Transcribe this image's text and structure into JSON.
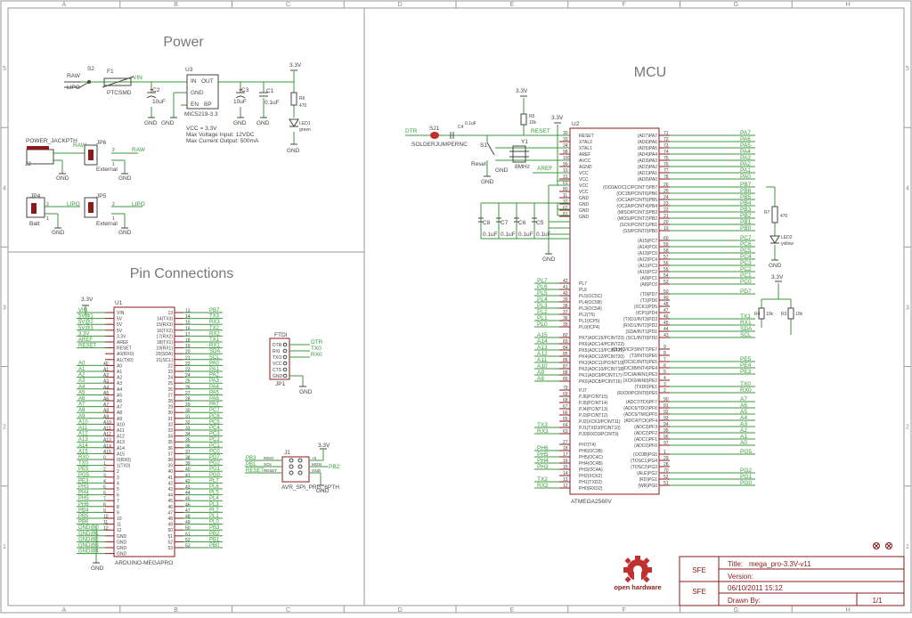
{
  "grid": {
    "cols": [
      "A",
      "B",
      "C",
      "D",
      "E",
      "F",
      "G",
      "H"
    ],
    "rows": [
      "5",
      "4",
      "3",
      "2",
      "1"
    ]
  },
  "sections": {
    "power": "Power",
    "mcu": "MCU",
    "pins": "Pin Connections"
  },
  "power": {
    "raw": "RAW",
    "lipo": "LIPO",
    "s2": "S2",
    "f1": "F1",
    "ptc": "PTCSMD",
    "vin": "VIN",
    "u3": "U3",
    "in": "IN",
    "out": "OUT",
    "gnd": "GND",
    "en": "EN",
    "bp": "BP",
    "mic": "MIC5219-3.3",
    "c2": "C2",
    "c3": "C3",
    "c1": "C1",
    "c2val": "10uF",
    "c3val": "10uF",
    "c1val": "0.1uF",
    "v33": "3.3V",
    "r6": "R6",
    "r6val": "470",
    "led1": "LED1",
    "green": "green",
    "spec1": "VCC = 3.3V",
    "spec2": "Max Voltage Input: 12VDC",
    "spec3": "Max Current Output: 500mA",
    "jack": "POWER_JACKPTH",
    "j2": "J2",
    "jp6": "JP6",
    "jp4": "JP4",
    "jp5": "JP5",
    "external": "External",
    "batt": "Batt",
    "one": "1",
    "two": "2"
  },
  "mcu": {
    "dtr": "DTR",
    "sj1": "SJ1",
    "sjname": "SOLDERJUMPERNC",
    "c4": "C4",
    "c4val": "0.1uF",
    "reset": "RESET",
    "r5": "R5",
    "r5val": "10k",
    "s1": "S1",
    "resetBtn": "Reset",
    "y1": "Y1",
    "y1val": "8MHz",
    "aref": "AREF",
    "u2": "U2",
    "chip": "ATMEGA2560V",
    "v33": "3.3V",
    "gnd": "GND",
    "caps": [
      "C8",
      "C7",
      "C6",
      "C5"
    ],
    "capval": "0.1uF",
    "r7": "R7",
    "r7val": "470",
    "led2": "LED2",
    "yellow": "yellow",
    "r3": "R3",
    "r4": "R4",
    "r34val": "10k",
    "leftPins": [
      {
        "num": "30",
        "name": "RESET"
      },
      {
        "num": "33",
        "name": "XTAL2"
      },
      {
        "num": "34",
        "name": "XTAL1"
      },
      {
        "num": "98",
        "name": "AREF"
      },
      {
        "num": "100",
        "name": "AVCC"
      },
      {
        "num": "99",
        "name": "AGND"
      },
      {
        "num": "10",
        "name": "VCC"
      },
      {
        "num": "31",
        "name": "VCC"
      },
      {
        "num": "61",
        "name": "VCC"
      },
      {
        "num": "80",
        "name": "VCC"
      },
      {
        "num": "11",
        "name": "GND"
      },
      {
        "num": "32",
        "name": "GND"
      },
      {
        "num": "62",
        "name": "GND"
      },
      {
        "num": "81",
        "name": "GND"
      },
      {
        "num": "42",
        "name": "PL7",
        "net": "PL7"
      },
      {
        "num": "41",
        "name": "PL6",
        "net": "PL6"
      },
      {
        "num": "40",
        "name": "PL5(OC5C)",
        "net": "PL5"
      },
      {
        "num": "39",
        "name": "PL4(OC5B)",
        "net": "PL4"
      },
      {
        "num": "38",
        "name": "PL3(OC5A)",
        "net": "PL3"
      },
      {
        "num": "37",
        "name": "PL2(T5)",
        "net": "PL2"
      },
      {
        "num": "36",
        "name": "PL1(ICP5)",
        "net": "PL1"
      },
      {
        "num": "35",
        "name": "PL0(ICP4)",
        "net": "PL0"
      },
      {
        "num": "82",
        "name": "PK7(ADC15/PCINT23)",
        "net": "A15"
      },
      {
        "num": "83",
        "name": "PK6(ADC14/PCINT22)",
        "net": "A14"
      },
      {
        "num": "84",
        "name": "PK5(ADC13/PCINT21)",
        "net": "A13"
      },
      {
        "num": "85",
        "name": "PK4(ADC12/PCINT20)",
        "net": "A12"
      },
      {
        "num": "86",
        "name": "PK3(ADC11/PCINT19)",
        "net": "A11"
      },
      {
        "num": "87",
        "name": "PK2(ADC10/PCINT18)",
        "net": "A10"
      },
      {
        "num": "88",
        "name": "PK1(ADC9/PCINT17)",
        "net": "A9"
      },
      {
        "num": "89",
        "name": "PK0(ADC8/PCINT16)",
        "net": "A8"
      },
      {
        "num": "79",
        "name": "PJ7"
      },
      {
        "num": "69",
        "name": "PJ6(PCINT15)"
      },
      {
        "num": "68",
        "name": "PJ5(PCINT14)"
      },
      {
        "num": "67",
        "name": "PJ4(PCINT13)"
      },
      {
        "num": "66",
        "name": "PJ3(PCINT12)"
      },
      {
        "num": "65",
        "name": "PJ2(XCK3/PCINT11)"
      },
      {
        "num": "64",
        "name": "PJ1(TXD3/PCINT10)",
        "net": "TX3"
      },
      {
        "num": "63",
        "name": "PJ0(RXD3/PCINT9)",
        "net": "RX3"
      },
      {
        "num": "27",
        "name": "PH7(T4)"
      },
      {
        "num": "18",
        "name": "PH6(OC2B)",
        "net": "PH6"
      },
      {
        "num": "17",
        "name": "PH5(OC4C)",
        "net": "PH5"
      },
      {
        "num": "16",
        "name": "PH4(OC4B)",
        "net": "PH4"
      },
      {
        "num": "15",
        "name": "PH3(OC4A)",
        "net": "PH3"
      },
      {
        "num": "14",
        "name": "PH2(XCK2)"
      },
      {
        "num": "13",
        "name": "PH1(TXD2)",
        "net": "TX2"
      },
      {
        "num": "12",
        "name": "PH0(RXD2)",
        "net": "RX2"
      }
    ],
    "rightPins": [
      {
        "num": "71",
        "name": "(AD7)PA7",
        "net": "PA7"
      },
      {
        "num": "72",
        "name": "(AD6)PA6",
        "net": "PA6"
      },
      {
        "num": "73",
        "name": "(AD5)PA5",
        "net": "PA5"
      },
      {
        "num": "74",
        "name": "(AD4)PA4",
        "net": "PA4"
      },
      {
        "num": "75",
        "name": "(AD3)PA3",
        "net": "PA3"
      },
      {
        "num": "76",
        "name": "(AD2)PA2",
        "net": "PA2"
      },
      {
        "num": "77",
        "name": "(AD1)PA1",
        "net": "PA1"
      },
      {
        "num": "78",
        "name": "(AD0)PA0",
        "net": "PA0"
      },
      {
        "num": "26",
        "name": "(OC0A/OC1C/PCINT7)PB7",
        "net": "PB7"
      },
      {
        "num": "25",
        "name": "(OC1B/PCINT6)PB6",
        "net": "PB6"
      },
      {
        "num": "24",
        "name": "(OC1A/PCINT5)PB5",
        "net": "PB5"
      },
      {
        "num": "23",
        "name": "(OC2A/PCINT4)PB4",
        "net": "PB4"
      },
      {
        "num": "22",
        "name": "(MISO/PCINT3)PB3",
        "net": "PB3"
      },
      {
        "num": "21",
        "name": "(MOSI/PCINT2)PB2",
        "net": "PB2"
      },
      {
        "num": "20",
        "name": "(SCK/PCINT1)PB1",
        "net": "PB1"
      },
      {
        "num": "19",
        "name": "(SS/PCINT0)PB0",
        "net": "PB0"
      },
      {
        "num": "60",
        "name": "(A15)PC7",
        "net": "PC7"
      },
      {
        "num": "59",
        "name": "(A14)PC6",
        "net": "PC6"
      },
      {
        "num": "58",
        "name": "(A13)PC5",
        "net": "PC5"
      },
      {
        "num": "57",
        "name": "(A12)PC4",
        "net": "PC4"
      },
      {
        "num": "56",
        "name": "(A11)PC3",
        "net": "PC3"
      },
      {
        "num": "55",
        "name": "(A10)PC2",
        "net": "PC2"
      },
      {
        "num": "54",
        "name": "(A9)PC1",
        "net": "PC1"
      },
      {
        "num": "53",
        "name": "(A8)PC0",
        "net": "PC0"
      },
      {
        "num": "50",
        "name": "(T0)PD7",
        "net": "PD7"
      },
      {
        "num": "49",
        "name": "(T1)PD6"
      },
      {
        "num": "48",
        "name": "(XCK1)PD5"
      },
      {
        "num": "47",
        "name": "(ICP1)PD4"
      },
      {
        "num": "46",
        "name": "(TXD1/INT3)PD3",
        "net": "TX1"
      },
      {
        "num": "45",
        "name": "(RXD1/INT2)PD2",
        "net": "RX1"
      },
      {
        "num": "44",
        "name": "(SDA/INT1)PD1",
        "net": "SDA"
      },
      {
        "num": "43",
        "name": "(SCL/INT0)PD0",
        "net": "SCL"
      },
      {
        "num": "9",
        "name": "(CLKO/ICP3/INT7)PE7"
      },
      {
        "num": "8",
        "name": "(T3/INT6)PE6"
      },
      {
        "num": "7",
        "name": "(OC3C/INT5)PE5",
        "net": "PE5"
      },
      {
        "num": "6",
        "name": "(OC3B/INT4)PE4",
        "net": "PE4"
      },
      {
        "num": "5",
        "name": "(OC3A/AIN1)PE3",
        "net": "PE3"
      },
      {
        "num": "4",
        "name": "(XCK0/AIN0)PE2"
      },
      {
        "num": "3",
        "name": "(TXD0)PE1",
        "net": "TX0"
      },
      {
        "num": "2",
        "name": "(RXD0/PCINT8)PE0",
        "net": "RX0"
      },
      {
        "num": "90",
        "name": "(ADC7/TDI)PF7",
        "net": "A7"
      },
      {
        "num": "91",
        "name": "(ADC6/TDO)PF6",
        "net": "A6"
      },
      {
        "num": "92",
        "name": "(ADC5/TMS)PF5",
        "net": "A5"
      },
      {
        "num": "93",
        "name": "(ADC4/TCK)PF4",
        "net": "A4"
      },
      {
        "num": "94",
        "name": "(ADC3)PF3",
        "net": "A3"
      },
      {
        "num": "95",
        "name": "(ADC2)PF2",
        "net": "A2"
      },
      {
        "num": "96",
        "name": "(ADC1)PF1",
        "net": "A1"
      },
      {
        "num": "97",
        "name": "(ADC0)PF0",
        "net": "A0"
      },
      {
        "num": "1",
        "name": "(OC0B)PG5",
        "net": "PG5"
      },
      {
        "num": "29",
        "name": "(TOSC1)PG4"
      },
      {
        "num": "28",
        "name": "(TOSC2)PG3"
      },
      {
        "num": "70",
        "name": "(ALE)PG2",
        "net": "PG2"
      },
      {
        "num": "52",
        "name": "(RD)PG1",
        "net": "PG1"
      },
      {
        "num": "51",
        "name": "(WR)PG0",
        "net": "PG0"
      }
    ]
  },
  "pins": {
    "v33": "3.3V",
    "u1": "U1",
    "gnd": "GND",
    "board": "ARDUINO-MEGAPRO",
    "leftNets": [
      "VIN",
      "5V@1",
      "5V@2",
      "5V@3",
      "3.3V",
      "AREF",
      "RESET",
      "A0",
      "A1",
      "A2",
      "A3",
      "A4",
      "A5",
      "A6",
      "A7",
      "A8",
      "A9",
      "A10",
      "A11",
      "A12",
      "A13",
      "A14",
      "A15",
      "RX0",
      "TX0",
      "PE5",
      "PG5",
      "PE3",
      "PH3",
      "PH4",
      "PH5",
      "PH6",
      "PB4",
      "PB5",
      "PB6",
      "GND@0",
      "GND@1",
      "GND@2",
      "GND@3",
      "GND@4"
    ],
    "leftInner": [
      "VIN",
      "5V",
      "5V",
      "5V",
      "3.3V",
      "AREF",
      "RESET",
      "A0(RX0)",
      "A1(TX0)",
      "A0",
      "A1",
      "A2",
      "A3",
      "A4",
      "A5",
      "A6",
      "A7",
      "A8",
      "A9",
      "A10",
      "A11",
      "A12",
      "A13",
      "A14",
      "A15",
      "0(RX0)",
      "1(TX0)",
      "2",
      "3",
      "4",
      "5",
      "6",
      "7",
      "8",
      "9",
      "10",
      "11",
      "12",
      "GND",
      "GND",
      "GND",
      "GND",
      "GND"
    ],
    "leftNums": [
      "",
      "",
      "",
      "",
      "",
      "",
      "",
      "",
      "",
      "40",
      "A1",
      "A2",
      "A3",
      "A4",
      "A5",
      "A6",
      "A7",
      "A8",
      "A9",
      "A10",
      "A11",
      "A12",
      "A13",
      "A14",
      "A15",
      "0",
      "1",
      "2",
      "3",
      "4",
      "5",
      "6",
      "7",
      "8",
      "9",
      "10",
      "11",
      "12",
      "",
      "",
      "",
      "",
      ""
    ],
    "rightNums": [
      "13",
      "14(TX3)",
      "15(RX3)",
      "16(TX2)",
      "17(RX2)",
      "18(TX1)",
      "19(RX1)",
      "20(SDA)",
      "21(SCL)",
      "22",
      "23",
      "24",
      "25",
      "26",
      "27",
      "28",
      "29",
      "30",
      "31",
      "32",
      "33",
      "34",
      "35",
      "36",
      "37",
      "38",
      "39",
      "40",
      "41",
      "42",
      "43",
      "44",
      "45",
      "46",
      "47",
      "48",
      "49",
      "50",
      "51",
      "52",
      "53"
    ],
    "rightNets": [
      "PB7",
      "TX3",
      "RX3",
      "TX2",
      "RX2",
      "TX1",
      "RX1",
      "SDA",
      "SCL",
      "PA0",
      "PA1",
      "PA2",
      "PA3",
      "PA4",
      "PA5",
      "PA6",
      "PA7",
      "PC7",
      "PC6",
      "PC5",
      "PC4",
      "PC3",
      "PC2",
      "PC1",
      "PC0",
      "PD7",
      "PG2",
      "PG1",
      "PG0",
      "PL7",
      "PL6",
      "PL5",
      "PL4",
      "PL3",
      "PL2",
      "PL1",
      "PL0",
      "PB3",
      "PB2",
      "PB1",
      "PB0"
    ],
    "ftdi": "FTDI",
    "jp1": "JP1",
    "ftdiPins": [
      "DTR",
      "RXI",
      "TXO",
      "VCC",
      "CTS",
      "GND"
    ],
    "ftdiNets": [
      "DTR",
      "TX0",
      "RX0"
    ],
    "j1": "J1",
    "spiLeft": [
      "PB3",
      "PB1",
      "RESET"
    ],
    "spiInner": [
      "MISO",
      "SCK",
      "RESET"
    ],
    "spiRight": [
      "+5",
      "MOSI",
      "GND"
    ],
    "spiNet": "PB2",
    "spiName": "AVR_SPI_PRG_6PTH"
  },
  "titleblock": {
    "logo_text": "open hardware",
    "sfe1": "SFE",
    "sfe2": "SFE",
    "title_label": "Title:",
    "title": "mega_pro-3.3V-v11",
    "version_label": "Version:",
    "version": "",
    "date": "06/10/2011 15:12",
    "drawn_label": "Drawn By:",
    "sheet": "1/1"
  }
}
